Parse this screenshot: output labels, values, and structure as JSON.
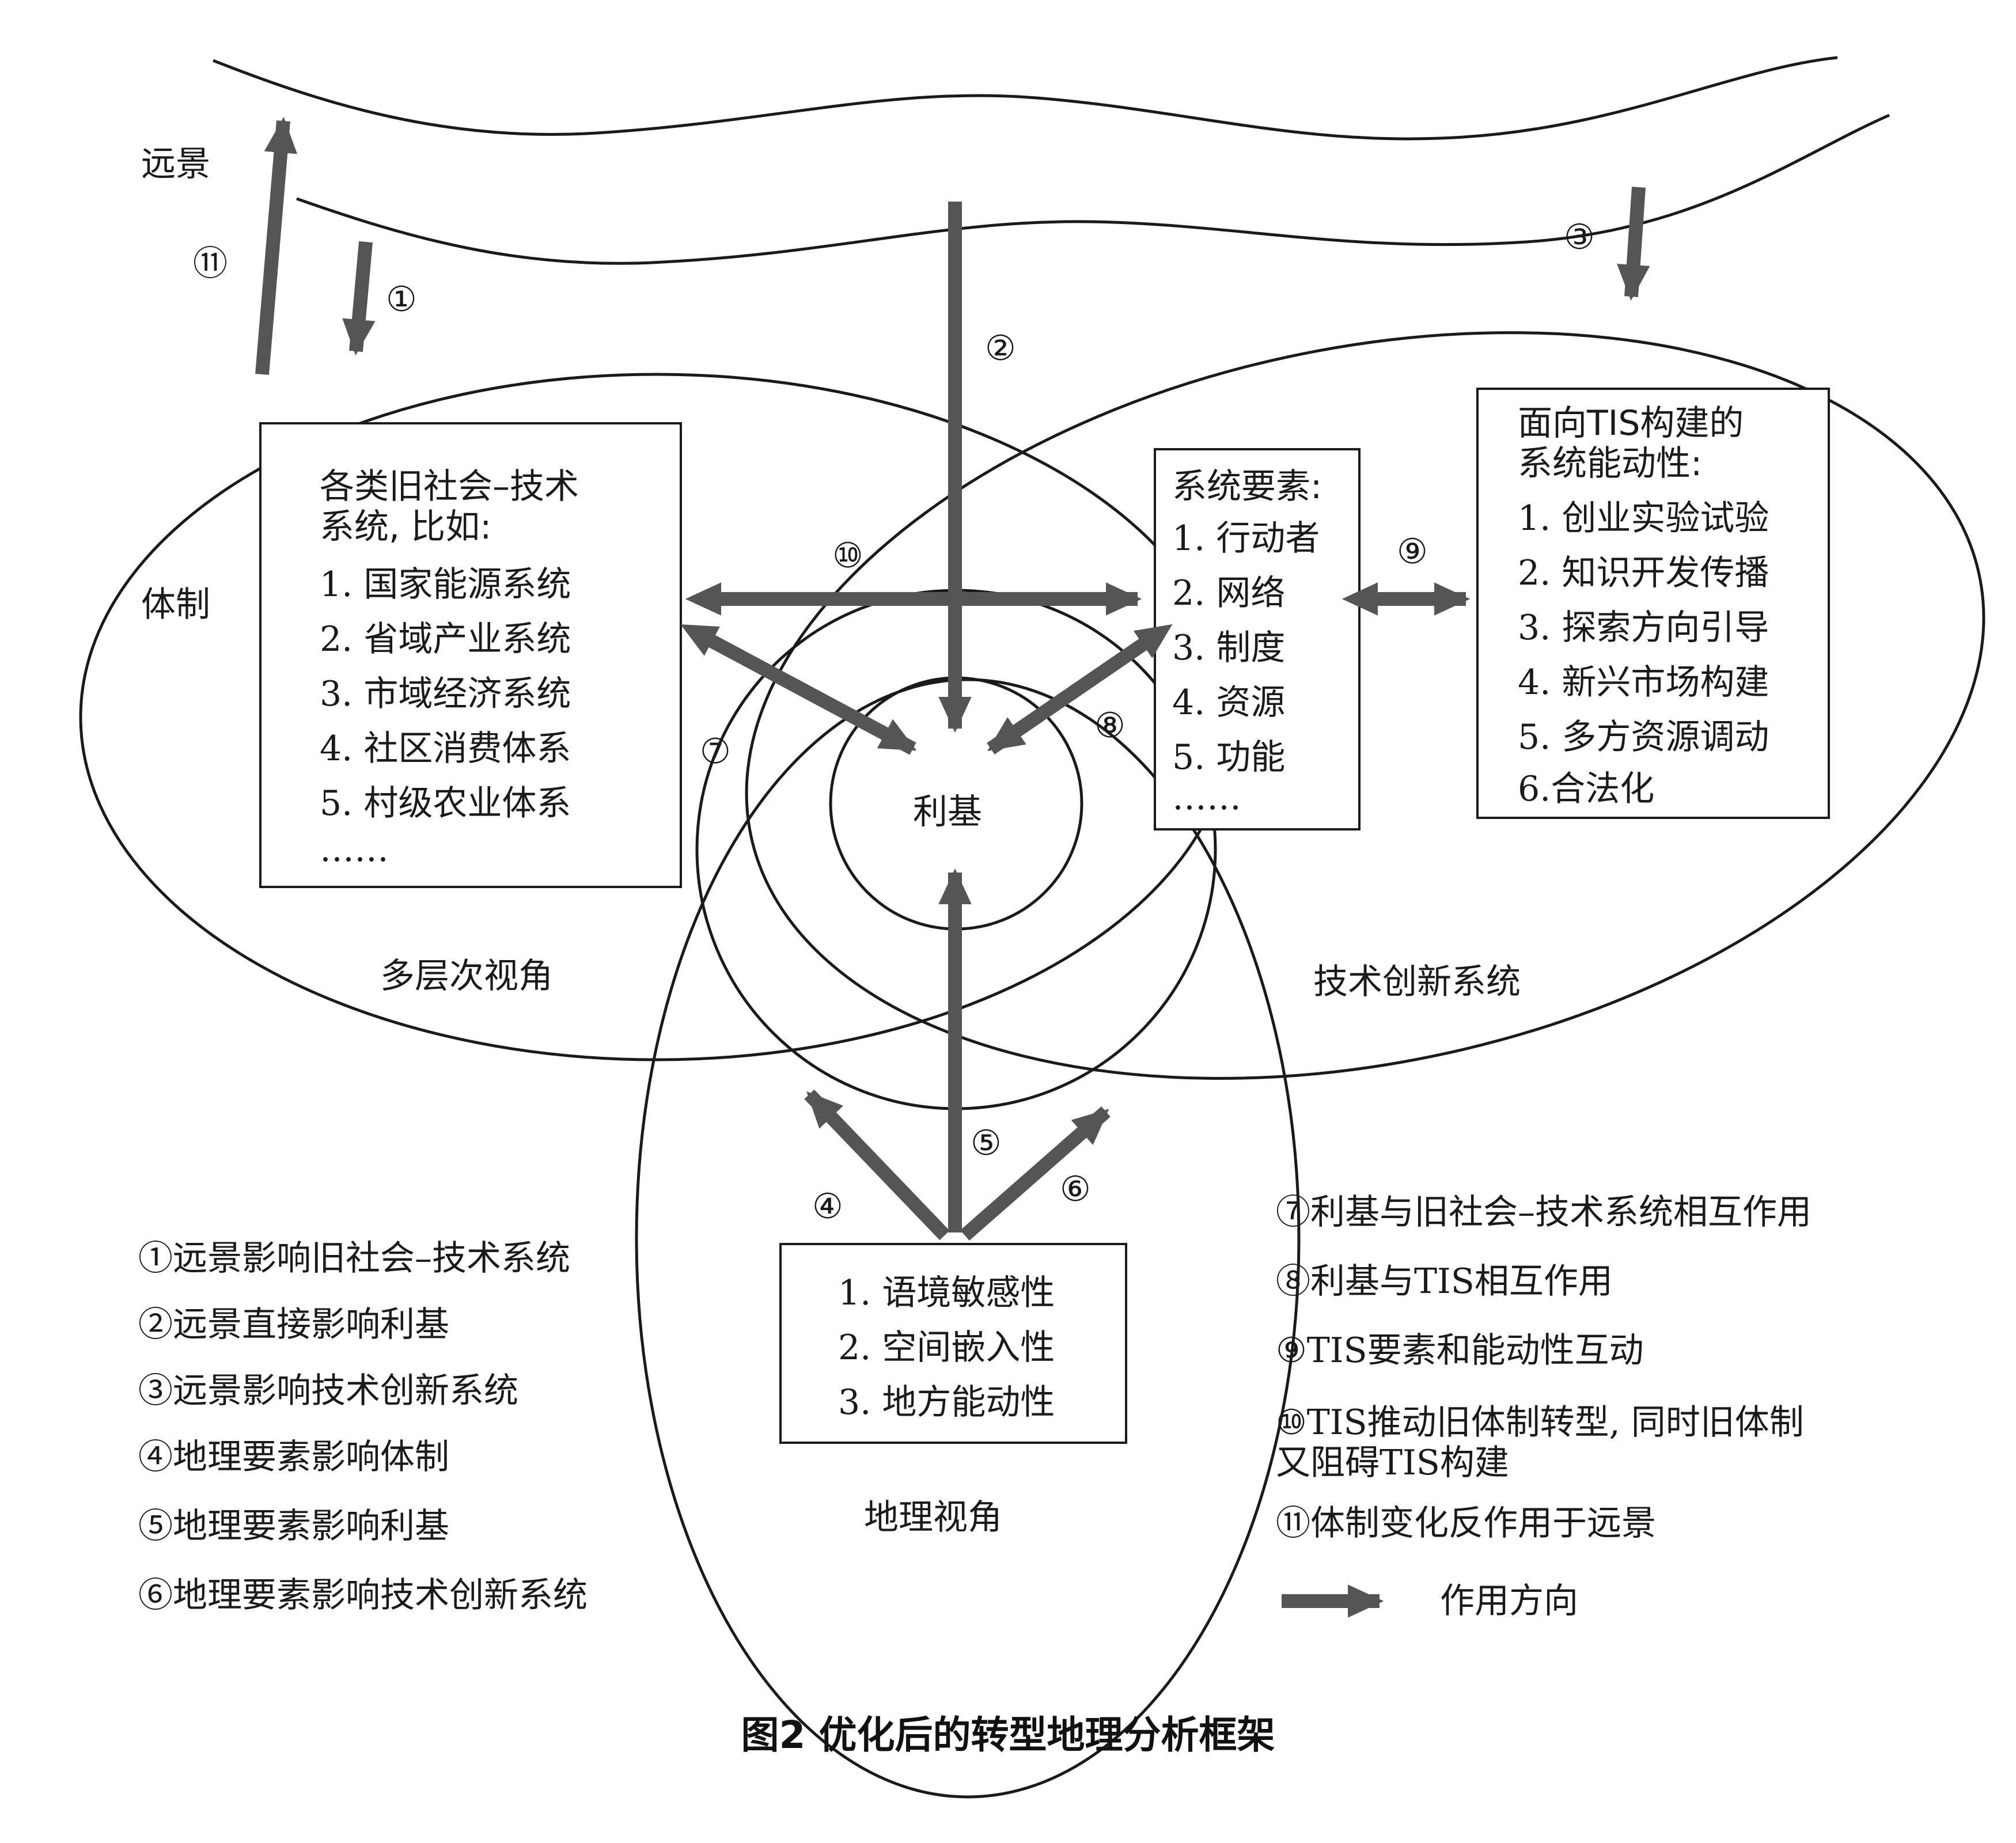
{
  "diagram": {
    "landscape_label": "远景",
    "regime_label": "体制",
    "niche_label": "利基",
    "mlp_label": "多层次视角",
    "tis_label": "技术创新系统",
    "geo_label": "地理视角",
    "caption": "图2 优化后的转型地理分析框架",
    "arrow_numbers": {
      "n1": "①",
      "n2": "②",
      "n3": "③",
      "n4": "④",
      "n5": "⑤",
      "n6": "⑥",
      "n7": "⑦",
      "n8": "⑧",
      "n9": "⑨",
      "n10": "⑩",
      "n11": "⑪"
    }
  },
  "regime_box": {
    "title_line1": "各类旧社会–技术",
    "title_line2": "系统, 比如:",
    "items": [
      "1. 国家能源系统",
      "2. 省域产业系统",
      "3. 市域经济系统",
      "4. 社区消费体系",
      "5. 村级农业体系",
      "……"
    ]
  },
  "tis_elements_box": {
    "title": "系统要素:",
    "items": [
      "1. 行动者",
      "2. 网络",
      "3. 制度",
      "4. 资源",
      "5. 功能",
      "……"
    ]
  },
  "tis_agency_box": {
    "title_line1": "面向TIS构建的",
    "title_line2": "系统能动性:",
    "items": [
      "1. 创业实验试验",
      "2. 知识开发传播",
      "3. 探索方向引导",
      "4. 新兴市场构建",
      "5. 多方资源调动",
      "6.合法化"
    ]
  },
  "geo_box": {
    "items": [
      "1. 语境敏感性",
      "2. 空间嵌入性",
      "3. 地方能动性"
    ]
  },
  "legend_left": [
    "①远景影响旧社会–技术系统",
    "②远景直接影响利基",
    "③远景影响技术创新系统",
    "④地理要素影响体制",
    "⑤地理要素影响利基",
    "⑥地理要素影响技术创新系统"
  ],
  "legend_right": [
    "⑦利基与旧社会–技术系统相互作用",
    "⑧利基与TIS相互作用",
    "⑨TIS要素和能动性互动",
    "⑩TIS推动旧体制转型, 同时旧体制",
    "又阻碍TIS构建",
    "⑪体制变化反作用于远景"
  ],
  "legend_arrow_label": "作用方向",
  "colors": {
    "arrow": "#555555",
    "line": "#1a1a1a"
  }
}
